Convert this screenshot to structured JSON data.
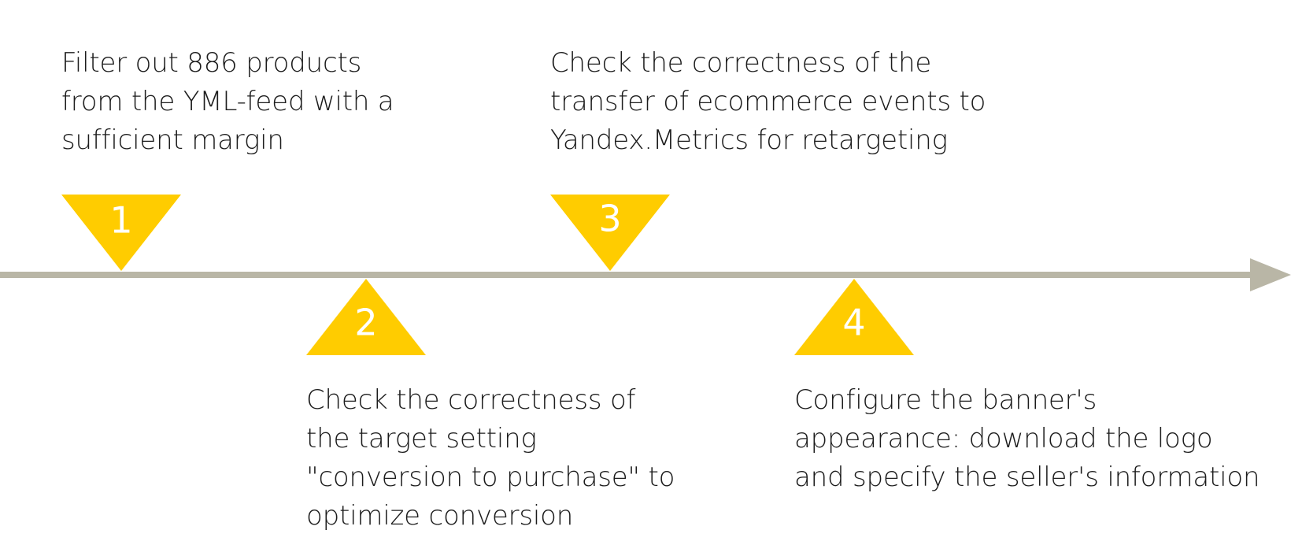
{
  "colors": {
    "axis": "#b9b6a6",
    "marker": "#ffcc00",
    "marker_text": "#ffffff",
    "text": "#1c1c1c"
  },
  "steps": [
    {
      "number": "1",
      "text": "Filter out 886 products\nfrom the YML-feed with a\nsufficient margin"
    },
    {
      "number": "2",
      "text": "Check the correctness of\nthe target setting\n\"conversion to purchase\" to\noptimize conversion"
    },
    {
      "number": "3",
      "text": "Check the correctness of the\ntransfer of ecommerce events to\nYandex.Metrics for retargeting"
    },
    {
      "number": "4",
      "text": "Configure the banner's\nappearance: download the logo\nand specify the seller's information"
    }
  ]
}
